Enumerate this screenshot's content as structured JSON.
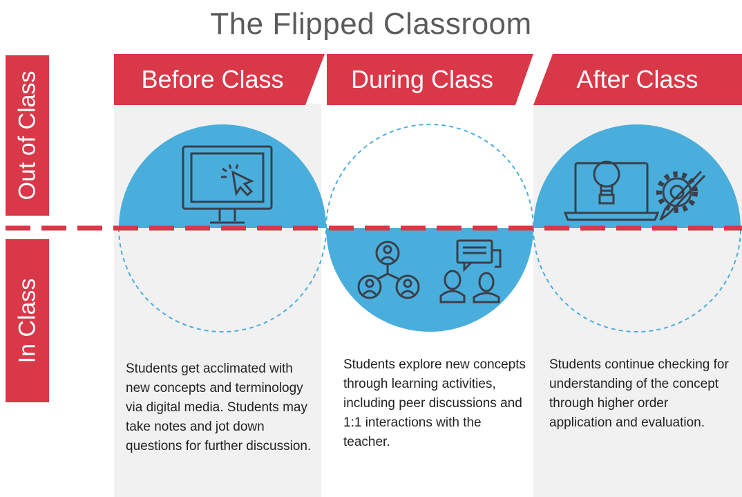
{
  "title": "The Flipped Classroom",
  "side_labels": {
    "top": "Out of Class",
    "bottom": "In Class"
  },
  "columns": [
    {
      "header": "Before Class",
      "description": "Students get acclimated with new concepts and terminology via digital media. Students may take notes and jot down questions for further discussion.",
      "icons": [
        "desktop-monitor-cursor-icon"
      ]
    },
    {
      "header": "During Class",
      "description": "Students explore new concepts through learning activities, including peer discussions and 1:1 interactions with the teacher.",
      "icons": [
        "peer-network-icon",
        "discussion-people-icon"
      ]
    },
    {
      "header": "After Class",
      "description": "Students continue checking for understanding of the concept through higher order application and evaluation.",
      "icons": [
        "laptop-lightbulb-icon",
        "gear-pencil-icon"
      ]
    }
  ],
  "colors": {
    "red": "#d83848",
    "blue": "#4aaedc",
    "panel": "#f1f1f2",
    "text": "#222222",
    "title": "#5b5b5b"
  }
}
